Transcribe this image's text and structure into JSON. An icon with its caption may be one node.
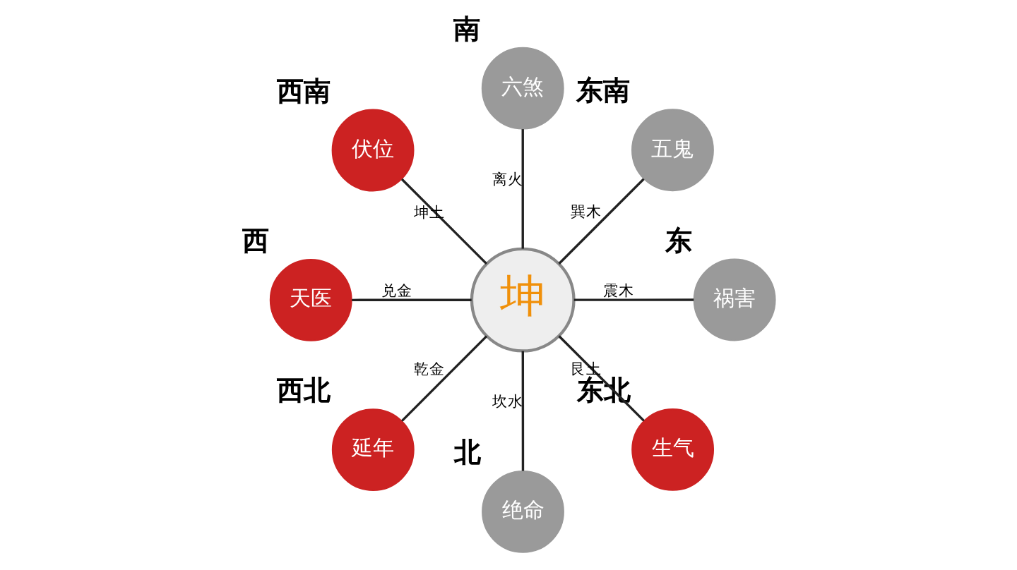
{
  "diagram": {
    "nodes": [
      {
        "text": [
          "坤"
        ]
      },
      {
        "text": [
          "六煞"
        ],
        "beside": [
          "南"
        ]
      },
      {
        "text": [
          "伏位"
        ],
        "beside": [
          "西南"
        ]
      },
      {
        "text": [
          "天医"
        ],
        "beside": [
          "西"
        ]
      },
      {
        "text": [
          "延年"
        ],
        "beside": [
          "西北"
        ]
      },
      {
        "text": [
          "绝命"
        ],
        "beside": [
          "北"
        ]
      },
      {
        "text": [
          "生气"
        ],
        "beside": [
          "东北"
        ]
      },
      {
        "text": [
          "祸害"
        ],
        "beside": [
          "东"
        ]
      },
      {
        "text": [
          "五鬼"
        ],
        "beside": [
          "东南"
        ]
      }
    ],
    "edges": [
      {
        "from": 0,
        "to": 1,
        "arrow": "none",
        "label": "离火"
      },
      {
        "from": 0,
        "to": 2,
        "arrow": "none",
        "label": "坤土"
      },
      {
        "from": 0,
        "to": 3,
        "arrow": "none",
        "label": "兑金"
      },
      {
        "from": 0,
        "to": 4,
        "arrow": "none",
        "label": "乾金"
      },
      {
        "from": 0,
        "to": 5,
        "arrow": "none",
        "label": "坎水"
      },
      {
        "from": 0,
        "to": 6,
        "arrow": "none",
        "label": "艮土"
      },
      {
        "from": 0,
        "to": 7,
        "arrow": "none",
        "label": "震木"
      },
      {
        "from": 0,
        "to": 8,
        "arrow": "none",
        "label": "巽木"
      }
    ]
  }
}
